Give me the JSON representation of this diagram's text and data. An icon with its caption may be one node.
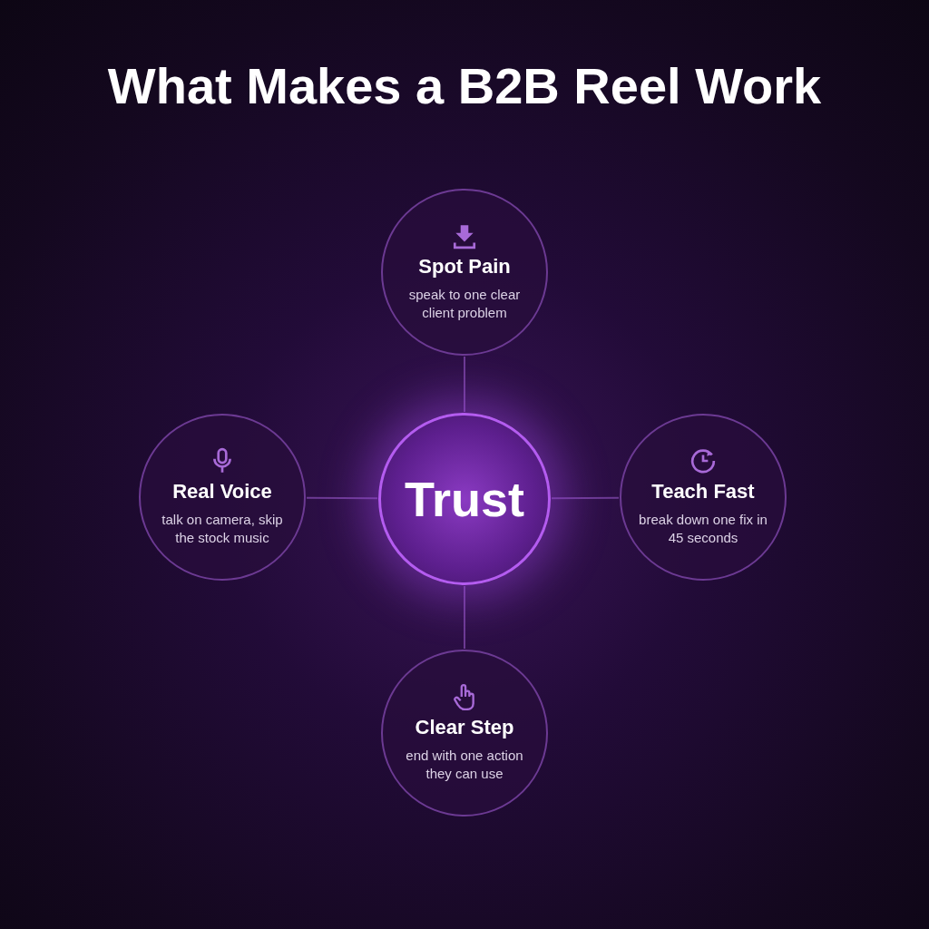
{
  "diagram": {
    "title": "What Makes a B2B Reel Work",
    "nodes": [
      {
        "text": [
          "Spot Pain",
          "speak to one clear client problem"
        ]
      },
      {
        "text": [
          "Real Voice",
          "talk on camera, skip the stock music"
        ]
      },
      {
        "text": [
          "Trust"
        ]
      },
      {
        "text": [
          "Teach Fast",
          "break down one fix in 45 seconds"
        ]
      },
      {
        "text": [
          "Clear Step",
          "end with one action they can use"
        ]
      }
    ],
    "edges": [
      {
        "from": 2,
        "to": 0,
        "arrow": "none"
      },
      {
        "from": 2,
        "to": 1,
        "arrow": "none"
      },
      {
        "from": 2,
        "to": 3,
        "arrow": "none"
      },
      {
        "from": 2,
        "to": 4,
        "arrow": "none"
      }
    ]
  }
}
